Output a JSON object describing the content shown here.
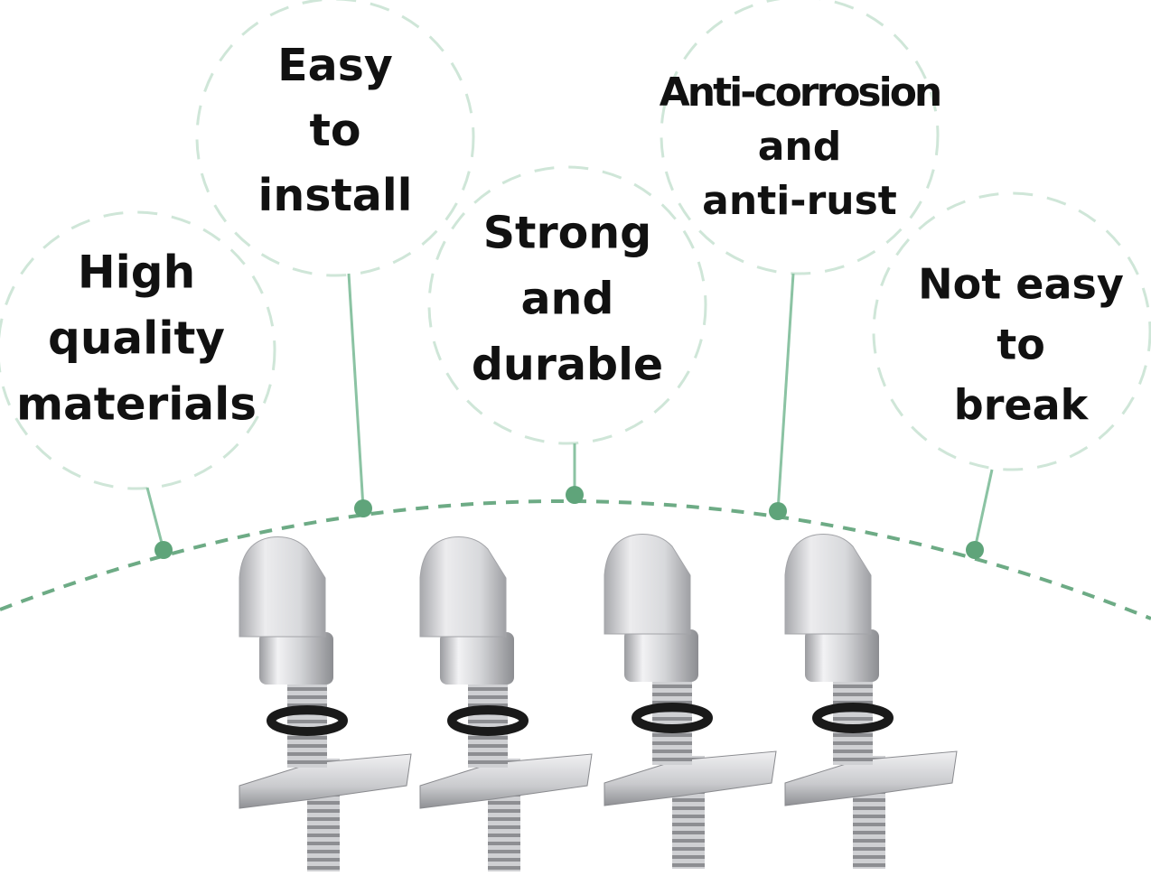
{
  "features": [
    {
      "id": "quality",
      "lines": [
        "High",
        "quality",
        "materials"
      ]
    },
    {
      "id": "install",
      "lines": [
        "Easy",
        "to",
        "install"
      ]
    },
    {
      "id": "durable",
      "lines": [
        "Strong",
        "and",
        "durable"
      ]
    },
    {
      "id": "corrosion",
      "lines": [
        "Anti-corrosion",
        "and",
        "anti-rust"
      ]
    },
    {
      "id": "break",
      "lines": [
        "Not easy",
        "to",
        "break"
      ]
    }
  ],
  "colors": {
    "accent": "#6dab85",
    "circle_dash": "#cfe6d8",
    "text": "#111111",
    "metal_light": "#e4e4e6",
    "metal_dark": "#8a8b8f",
    "oring": "#1a1a1a"
  },
  "product": {
    "name": "stainless-fin-screw",
    "count": 4
  }
}
